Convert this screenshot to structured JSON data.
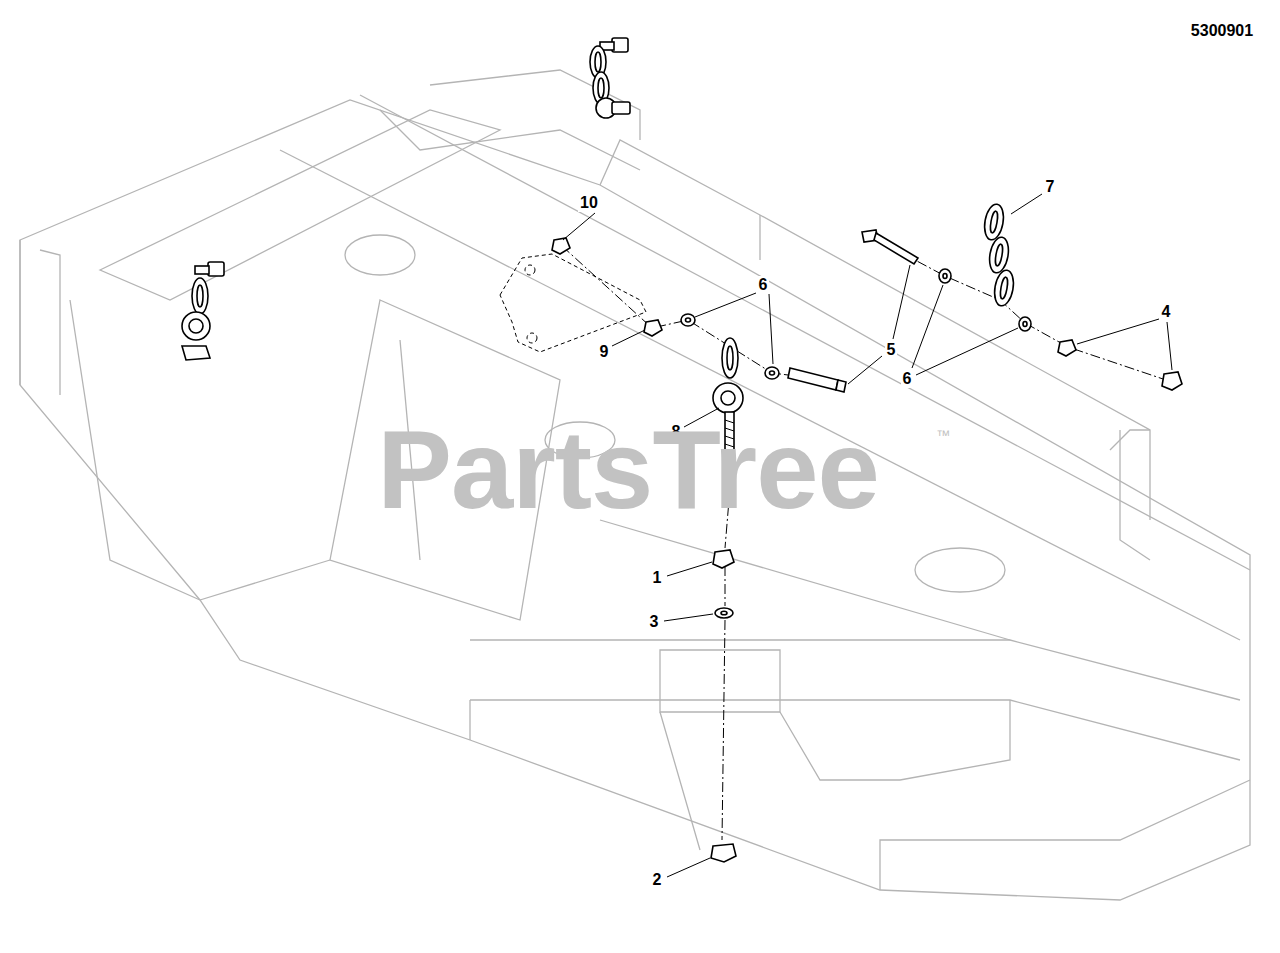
{
  "diagram": {
    "labels": [
      "5300901",
      "10",
      "7",
      "6",
      "4",
      "9",
      "5",
      "6",
      "8",
      "1",
      "3",
      "2",
      "PartsTree",
      "™"
    ]
  }
}
